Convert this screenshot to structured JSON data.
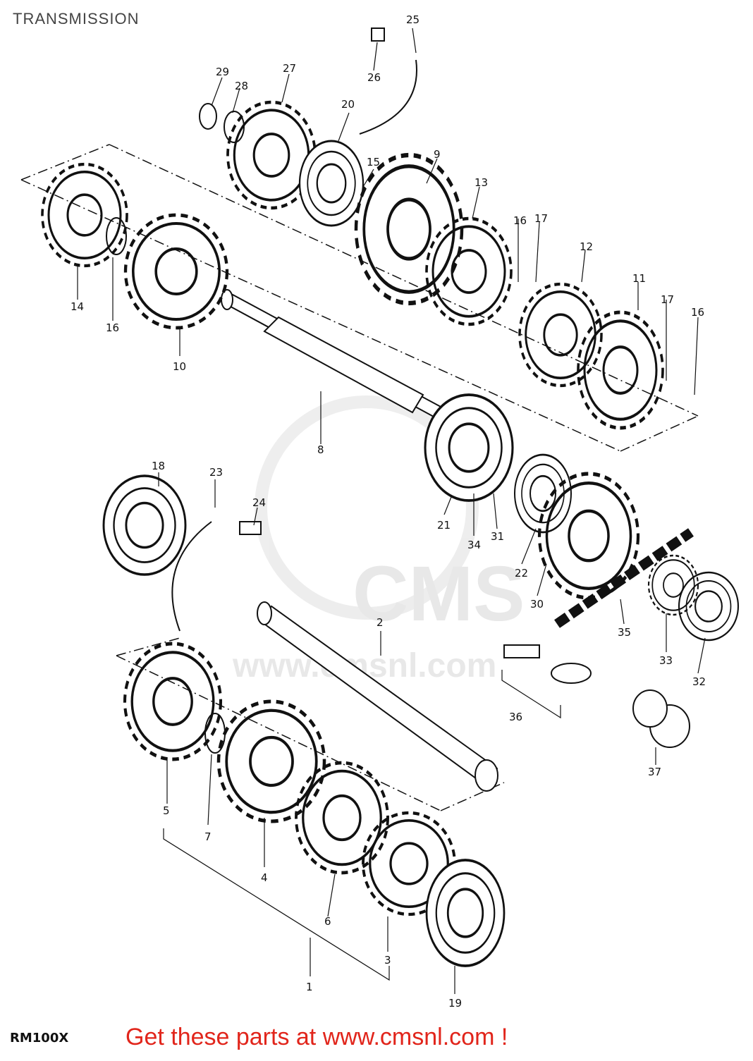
{
  "page": {
    "title": "TRANSMISSION",
    "model": "RM100X",
    "cta": "Get these parts at www.cmsnl.com !",
    "cta_color": "#e1251b",
    "watermark": {
      "brand": "CMS",
      "url": "www.cmsnl.com"
    }
  },
  "callouts": [
    "1",
    "2",
    "3",
    "4",
    "5",
    "6",
    "7",
    "8",
    "9",
    "10",
    "11",
    "12",
    "13",
    "14",
    "15",
    "16",
    "17",
    "18",
    "19",
    "20",
    "21",
    "22",
    "23",
    "24",
    "25",
    "26",
    "27",
    "28",
    "29",
    "30",
    "31",
    "32",
    "33",
    "34",
    "35",
    "36",
    "37"
  ]
}
